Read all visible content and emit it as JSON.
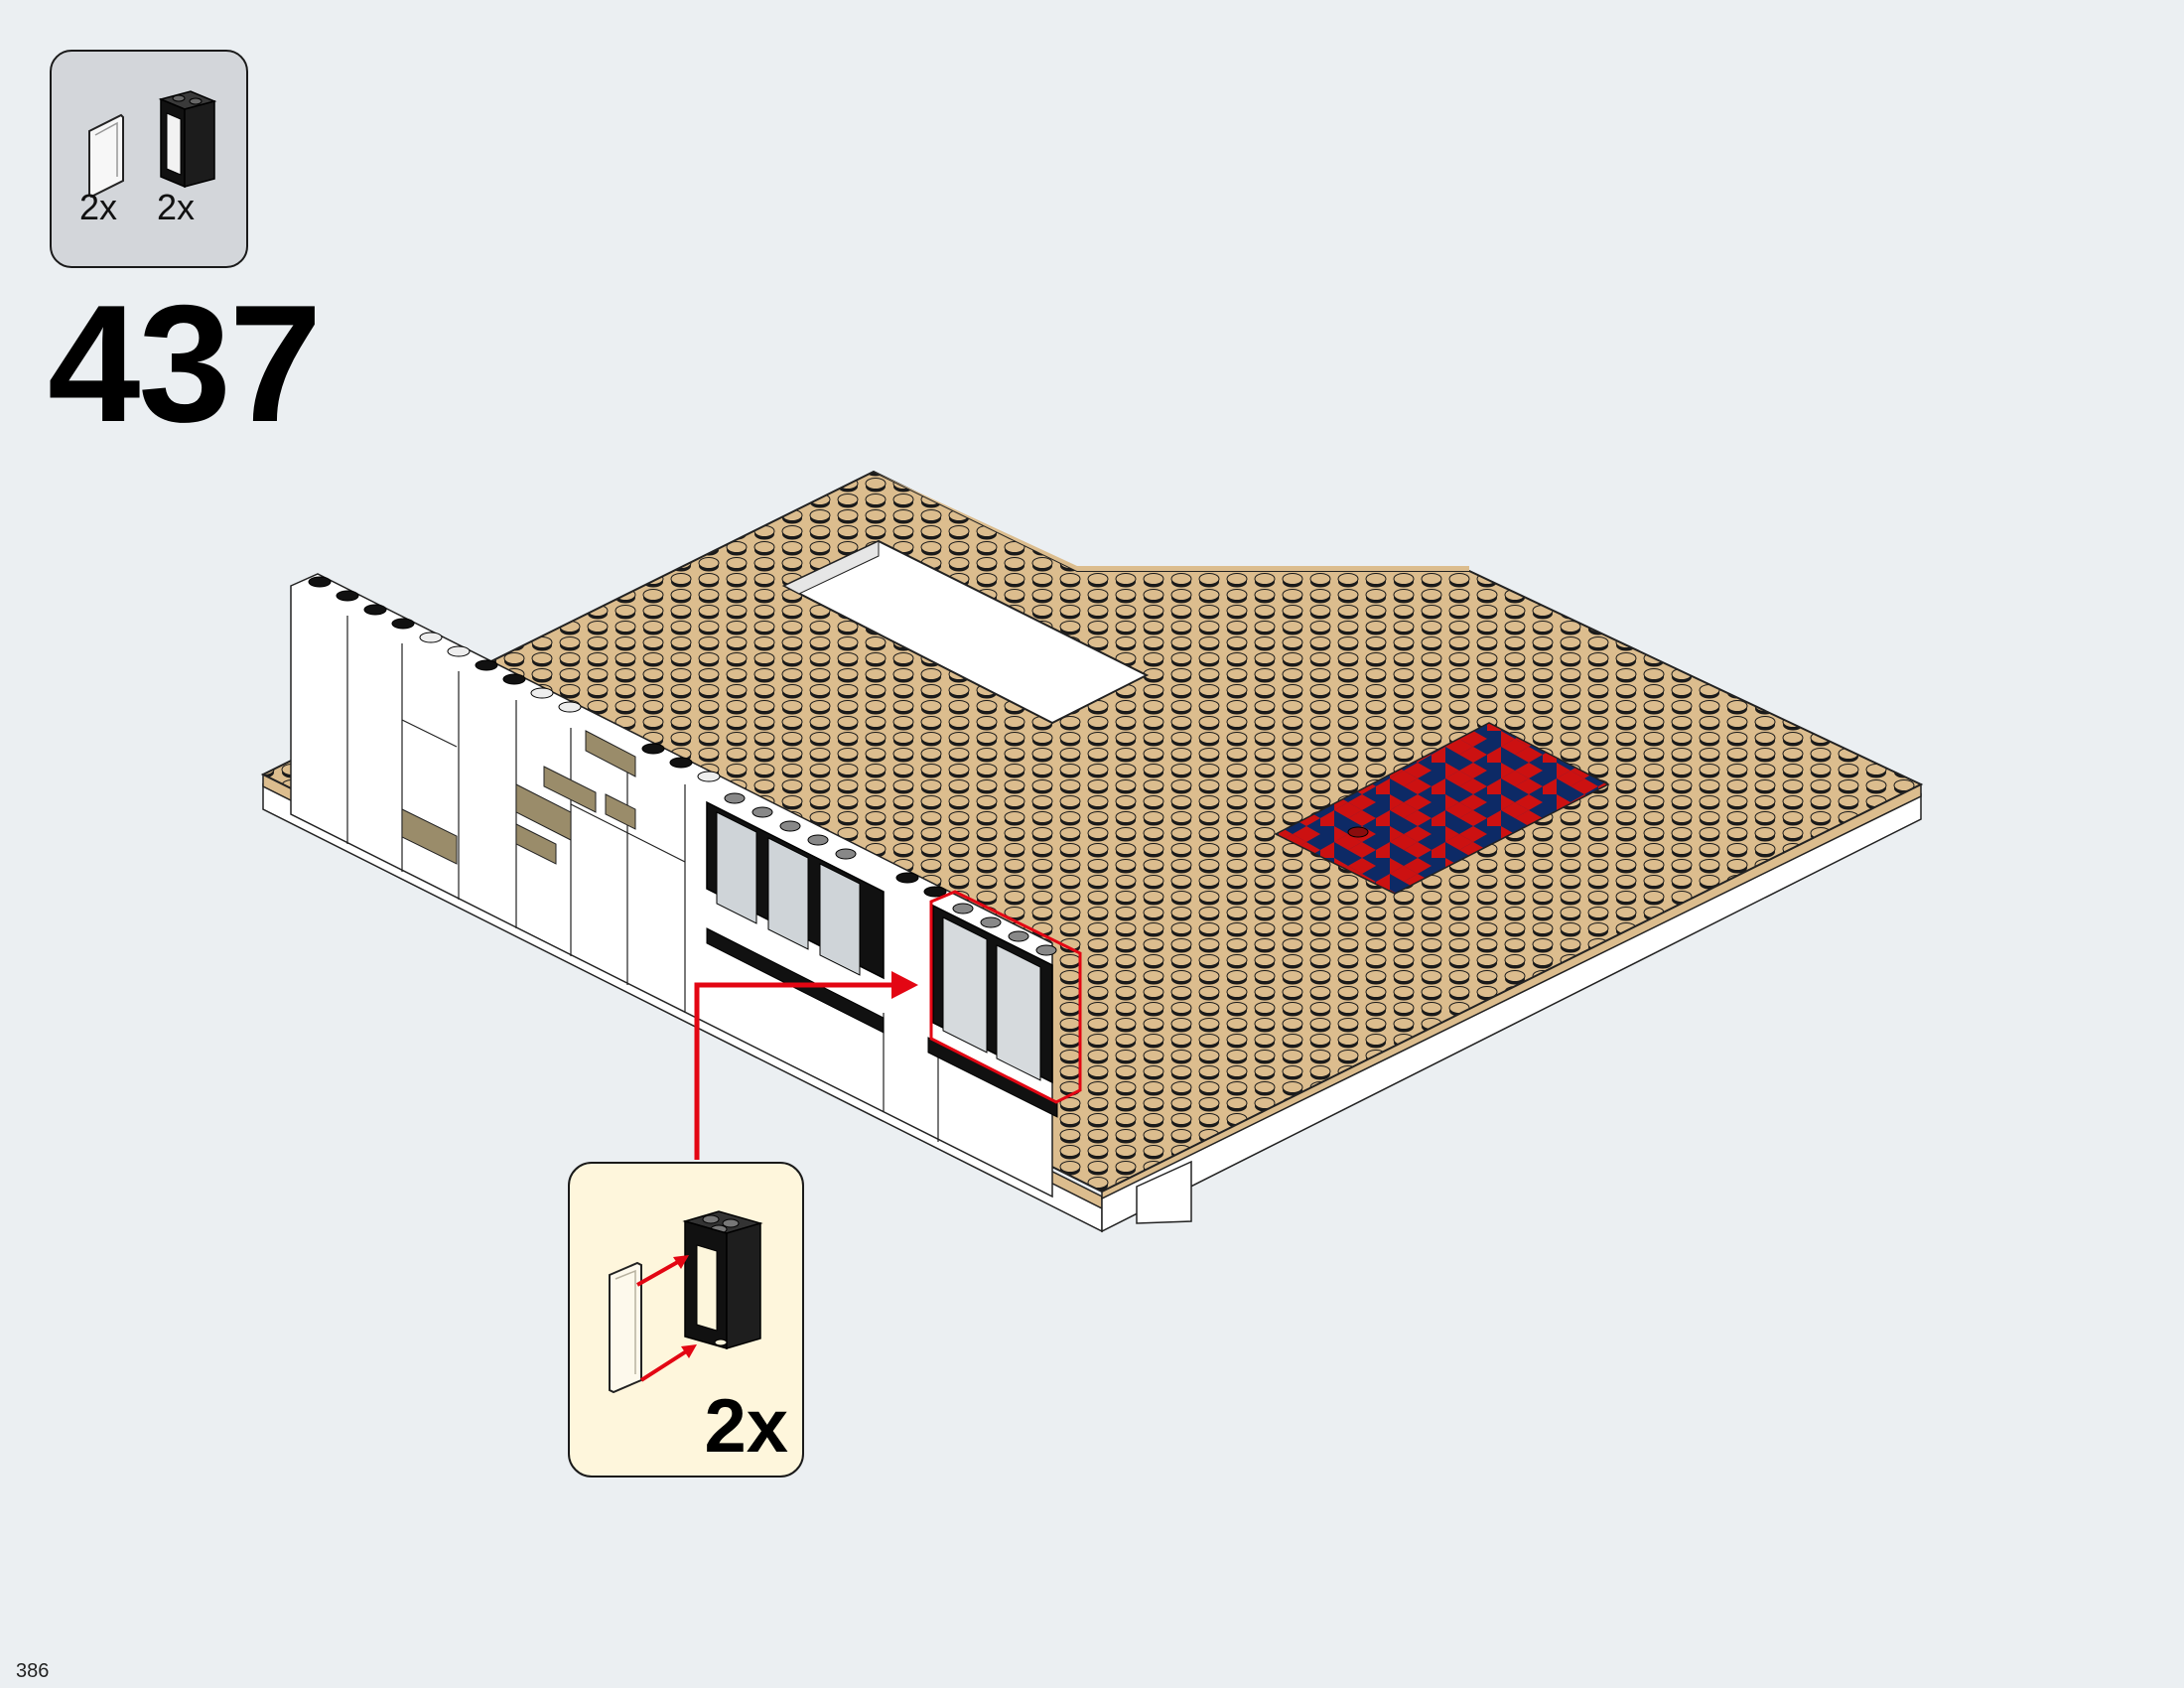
{
  "parts_list": {
    "items": [
      {
        "part": "window-glass-panel-icon",
        "color": "#f4f4f4",
        "count": "2x"
      },
      {
        "part": "window-frame-icon",
        "color": "#111111",
        "count": "2x"
      }
    ]
  },
  "step": {
    "number": "437"
  },
  "sub_assembly": {
    "count": "2x"
  },
  "model": {
    "baseplate_color": "#dcbd8e",
    "wall_color": "#ffffff",
    "brick_color": "#9a8c6a",
    "tile_colors": [
      "#cc1111",
      "#0d2a66"
    ],
    "callout_color": "#e30613"
  },
  "page": {
    "number": "386"
  }
}
